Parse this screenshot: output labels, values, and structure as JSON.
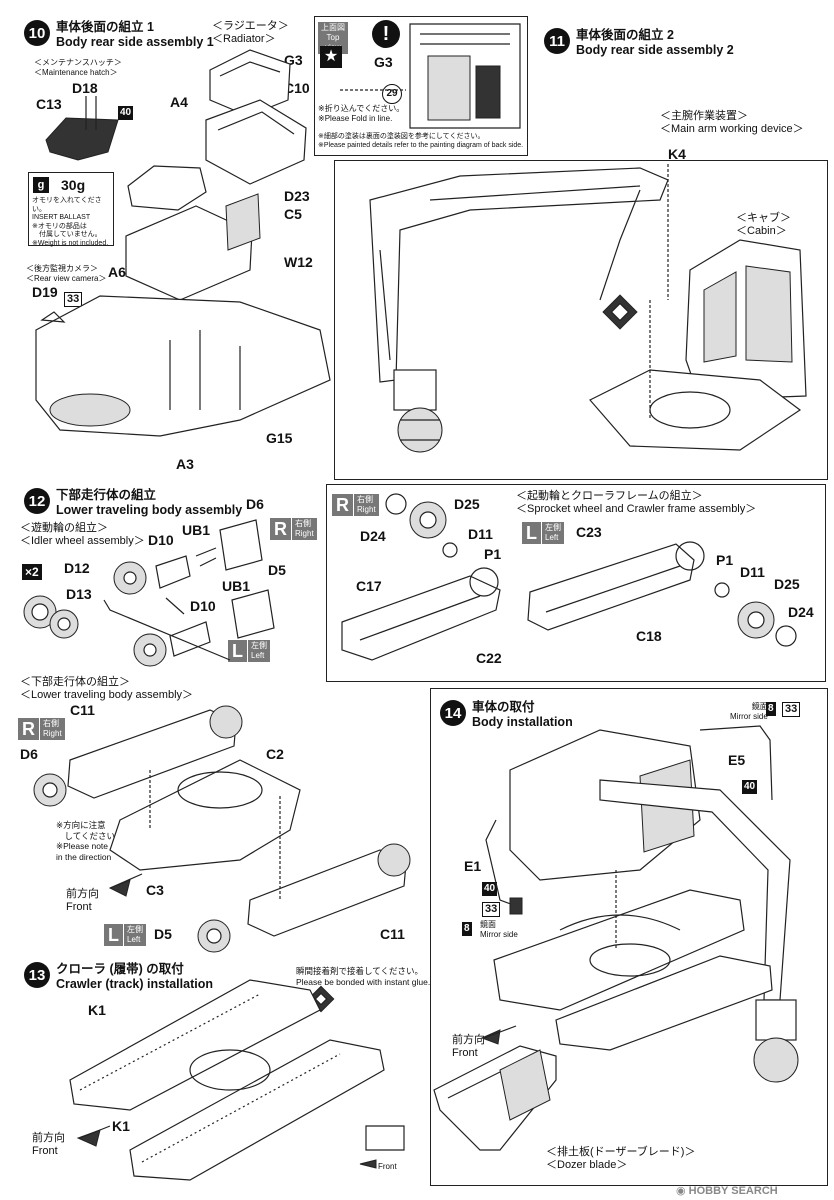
{
  "steps": {
    "s10": {
      "num": "10",
      "title_jp": "車体後面の組立 1",
      "title_en": "Body rear side assembly 1"
    },
    "s11": {
      "num": "11",
      "title_jp": "車体後面の組立 2",
      "title_en": "Body rear side assembly 2"
    },
    "s12": {
      "num": "12",
      "title_jp": "下部走行体の組立",
      "title_en": "Lower traveling body assembly"
    },
    "s13": {
      "num": "13",
      "title_jp": "クローラ (履帯) の取付",
      "title_en": "Crawler (track) installation"
    },
    "s14": {
      "num": "14",
      "title_jp": "車体の取付",
      "title_en": "Body installation"
    }
  },
  "s10": {
    "radiator_jp": "＜ラジエータ＞",
    "radiator_en": "＜Radiator＞",
    "hatch_jp": "＜メンテナンスハッチ＞",
    "hatch_en": "＜Maintenance hatch＞",
    "camera_jp": "＜後方監視カメラ＞",
    "camera_en": "＜Rear view camera＞",
    "ballast_weight": "30g",
    "ballast_note": [
      "オモリを入れてください。",
      "INSERT BALLAST",
      "※オモリの部品は",
      "　付属していません。",
      "※Weight is not included."
    ],
    "parts": [
      "D18",
      "C13",
      "A4",
      "G3",
      "C10",
      "D23",
      "C5",
      "W12",
      "A6",
      "D19",
      "G15",
      "A3"
    ],
    "badge_40": "40",
    "badge_33": "33"
  },
  "topview": {
    "tag_jp": "上面図",
    "tag_en": "Top view",
    "part": "G3",
    "badge_29": "29",
    "fold_jp": "※折り込んでください。",
    "fold_en": "※Please Fold in line.",
    "paint_jp": "※細部の塗装は裏面の塗装図を参考にしてください。",
    "paint_en": "※Please painted details refer to the painting diagram of back side."
  },
  "s11": {
    "arm_jp": "＜主腕作業装置＞",
    "arm_en": "＜Main arm working device＞",
    "cabin_jp": "＜キャブ＞",
    "cabin_en": "＜Cabin＞",
    "part": "K4"
  },
  "s12": {
    "idler_jp": "＜遊動輪の組立＞",
    "idler_en": "＜Idler wheel assembly＞",
    "sprocket_jp": "＜起動輪とクローラフレームの組立＞",
    "sprocket_en": "＜Sprocket wheel and Crawler frame assembly＞",
    "lower_jp": "＜下部走行体の組立＞",
    "lower_en": "＜Lower traveling body assembly＞",
    "x2": "×2",
    "right_big": "R",
    "right_jp": "右側",
    "right_en": "Right",
    "left_big": "L",
    "left_jp": "左側",
    "left_en": "Left",
    "direction_jp": [
      "※方向に注意",
      "　してください。"
    ],
    "direction_en": [
      "※Please note",
      "in the direction"
    ],
    "front_jp": "前方向",
    "front_en": "Front",
    "parts_idler": [
      "D6",
      "D10",
      "UB1",
      "D12",
      "D13",
      "D10",
      "UB1",
      "D5"
    ],
    "parts_sprocket_r": [
      "D25",
      "D24",
      "D11",
      "P1",
      "C17",
      "C22"
    ],
    "parts_sprocket_l": [
      "C23",
      "P1",
      "D11",
      "D25",
      "D24",
      "C18"
    ],
    "parts_lower": [
      "C11",
      "D6",
      "C2",
      "C3",
      "D5",
      "C11"
    ]
  },
  "s13": {
    "glue_jp": "瞬間接着剤で接着してください。",
    "glue_en": "Please be bonded with instant glue.",
    "parts": [
      "K1",
      "K1"
    ],
    "front_jp": "前方向",
    "front_en": "Front",
    "front_small": "Front"
  },
  "s14": {
    "mirror_jp": "鏡面",
    "mirror_en": "Mirror side",
    "badge_8": "8",
    "badge_33": "33",
    "badge_40": "40",
    "parts": [
      "E5",
      "E1"
    ],
    "front_jp": "前方向",
    "front_en": "Front",
    "dozer_jp": "＜排土板(ドーザーブレード)＞",
    "dozer_en": "＜Dozer blade＞"
  },
  "watermark": "HOBBY SEARCH"
}
